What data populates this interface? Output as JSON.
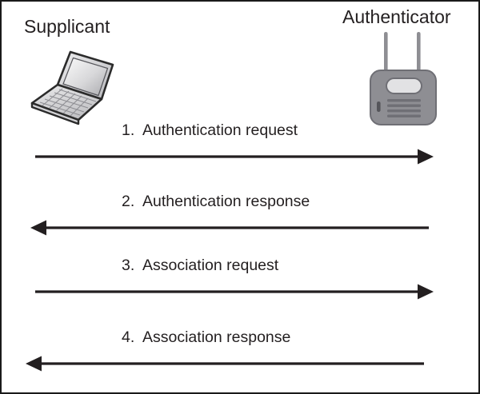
{
  "diagram": {
    "title_supplicant": "Supplicant",
    "title_authenticator": "Authenticator",
    "supplicant_icon": "laptop-icon",
    "authenticator_icon": "wireless-router-icon",
    "line_color": "#231f20",
    "text_color": "#231f20",
    "border_color": "#1a1a1a",
    "background": "#ffffff",
    "device_gray": "#8e8e93",
    "messages": [
      {
        "number": "1.",
        "label": "Authentication request",
        "direction": "right",
        "from": "Supplicant",
        "to": "Authenticator"
      },
      {
        "number": "2.",
        "label": "Authentication response",
        "direction": "left",
        "from": "Authenticator",
        "to": "Supplicant"
      },
      {
        "number": "3.",
        "label": "Association request",
        "direction": "right",
        "from": "Supplicant",
        "to": "Authenticator"
      },
      {
        "number": "4.",
        "label": "Association response",
        "direction": "left",
        "from": "Authenticator",
        "to": "Supplicant"
      }
    ]
  }
}
